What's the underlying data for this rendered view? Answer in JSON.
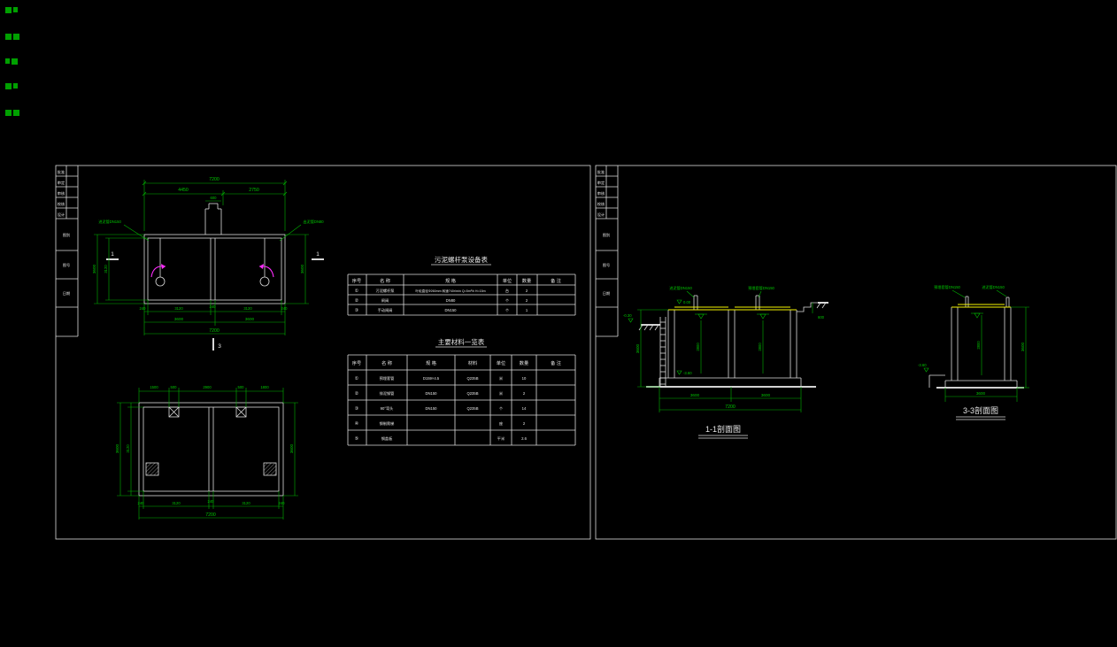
{
  "colors": {
    "line": "#dcdcdc",
    "dim": "#00b400",
    "cover": "#f5f500",
    "pump_arrow": "#ff2dff",
    "bg": "#000000"
  },
  "left": {
    "frame": {
      "top_labels": [
        "批准",
        "审定",
        "审核",
        "校核",
        "设计"
      ],
      "side_labels": [
        "图别",
        "图号",
        "日期"
      ]
    },
    "plan_top": {
      "cut_left": "1",
      "cut_right": "1",
      "cut_bottom": "3",
      "channel_dim": "600",
      "dim_overall_top": "7200",
      "dim_top_a": "4450",
      "dim_top_b": "2750",
      "dim_left_outer": "3600",
      "dim_left_inner": "3120",
      "dim_right": "3600",
      "chain_bottom": [
        "240",
        "3120",
        "240",
        "3120",
        "240"
      ],
      "mid_bottom": [
        "3600",
        "3600"
      ],
      "dim_overall_bottom": "7200",
      "leader_left": "进泥管DN150",
      "leader_right": "出泥管DN80"
    },
    "plan_bottom": {
      "chain_top": [
        "1500",
        "500",
        "2900",
        "500",
        "1800"
      ],
      "dim_left_outer": "3600",
      "dim_left_inner": "3120",
      "dim_right": "3600",
      "chain_bottom": [
        "240",
        "3120",
        "240",
        "3120",
        "240"
      ],
      "dim_overall_bottom": "7200"
    },
    "equipment": {
      "title": "污泥螺杆泵设备表",
      "headers": [
        "序号",
        "名  称",
        "规  格",
        "单位",
        "数量",
        "备 注"
      ],
      "rows": [
        [
          "①",
          "污泥螺杆泵",
          "叶轮直径Φ260mm 转速740r/min Q=5m³/h H=15m",
          "台",
          "2",
          ""
        ],
        [
          "②",
          "闸阀",
          "DN80",
          "个",
          "2",
          ""
        ],
        [
          "③",
          "手动闸阀",
          "DN150",
          "个",
          "1",
          ""
        ]
      ]
    },
    "materials": {
      "title": "主要材料一览表",
      "headers": [
        "序号",
        "名 称",
        "规 格",
        "材料",
        "单位",
        "数量",
        "备 注"
      ],
      "rows": [
        [
          "①",
          "预埋套管",
          "D159×4.5",
          "Q235B",
          "米",
          "10",
          ""
        ],
        [
          "②",
          "排泥钢管",
          "DN150",
          "Q235B",
          "米",
          "2",
          ""
        ],
        [
          "③",
          "90°弯头",
          "DN150",
          "Q235B",
          "个",
          "14",
          ""
        ],
        [
          "④",
          "钢制爬梯",
          "",
          "",
          "座",
          "2",
          ""
        ],
        [
          "⑤",
          "钢盖板",
          "",
          "",
          "平米",
          "2.6",
          ""
        ]
      ]
    }
  },
  "right": {
    "frame": {
      "top_labels": [
        "批准",
        "审定",
        "审核",
        "校核",
        "设计"
      ],
      "side_labels": [
        "图别",
        "图号",
        "日期"
      ]
    },
    "s11": {
      "label": "1-1剖面图",
      "leader_a": "进泥管DN150",
      "leader_b": "预埋套管DN150",
      "elev_top": "0.00",
      "elev_bottom": "-3.60",
      "elev_grade": "-0.30",
      "dim_step": "600",
      "dim_left": "3600",
      "dim_bay_a": "2800",
      "dim_bay_b": "2800",
      "chain_bottom": [
        "3600",
        "3600"
      ],
      "dim_overall": "7200"
    },
    "s33": {
      "label": "3-3剖面图",
      "leader_a": "预埋套管DN150",
      "leader_b": "进泥管DN150",
      "elev_bottom": "-3.60",
      "dim_right": "3600",
      "dim_inner": "2800",
      "dim_bottom": "3600"
    }
  }
}
